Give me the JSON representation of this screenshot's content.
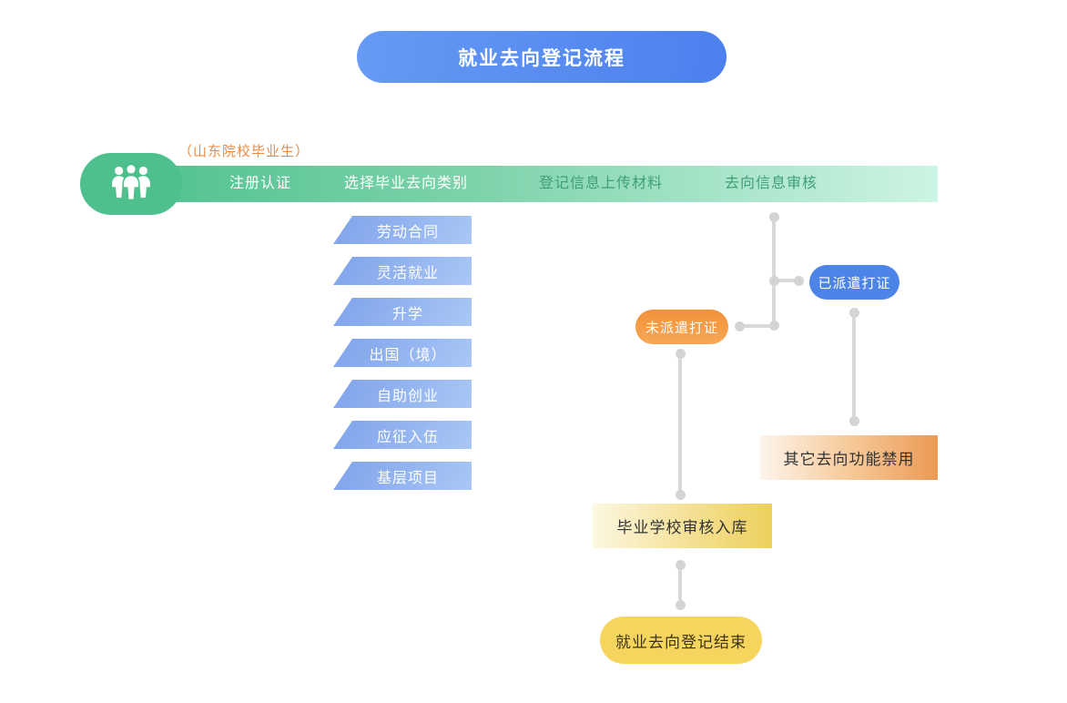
{
  "title": "就业去向登记流程",
  "audience_note": "（山东院校毕业生）",
  "process_steps": [
    {
      "label": "注册认证"
    },
    {
      "label": "选择毕业去向类别"
    },
    {
      "label": "登记信息上传材料"
    },
    {
      "label": "去向信息审核"
    }
  ],
  "destination_types": [
    {
      "label": "劳动合同"
    },
    {
      "label": "灵活就业"
    },
    {
      "label": "升学"
    },
    {
      "label": "出国（境）"
    },
    {
      "label": "自助创业"
    },
    {
      "label": "应征入伍"
    },
    {
      "label": "基层项目"
    }
  ],
  "review_outcomes": {
    "not_dispatched": {
      "label": "未派遣打证"
    },
    "dispatched": {
      "label": "已派遣打证"
    }
  },
  "results": {
    "other_disabled": {
      "label": "其它去向功能禁用"
    },
    "school_review": {
      "label": "毕业学校审核入库"
    },
    "end": {
      "label": "就业去向登记结束"
    }
  },
  "icons": {
    "graduates": "people-group-icon"
  },
  "colors": {
    "title_blue": "#5589f0",
    "bar_green": "#4ec08d",
    "bar_green_light": "#cdf4e4",
    "step_text_green": "#3f9f78",
    "note_orange": "#f08a3e",
    "type_blue_start": "#7fa3ec",
    "type_blue_end": "#aac7f4",
    "pill_orange": "#f49a43",
    "pill_blue": "#4d84e8",
    "box_orange": "#eb9a55",
    "box_yellow": "#edd05c",
    "end_yellow": "#f5d55e",
    "connector_gray": "#d9d9d9"
  }
}
